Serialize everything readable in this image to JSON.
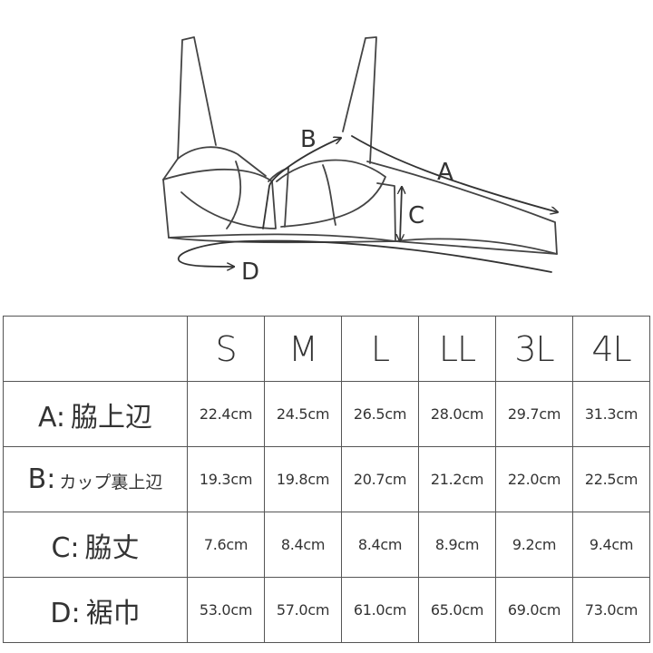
{
  "diagram": {
    "labels": {
      "a": "A",
      "b": "B",
      "c": "C",
      "d": "D"
    }
  },
  "table": {
    "sizes": [
      "S",
      "M",
      "L",
      "LL",
      "3L",
      "4L"
    ],
    "rows": [
      {
        "letter": "A:",
        "name": "脇上辺",
        "values": [
          "22.4cm",
          "24.5cm",
          "26.5cm",
          "28.0cm",
          "29.7cm",
          "31.3cm"
        ]
      },
      {
        "letter": "B:",
        "name": "カップ裏上辺",
        "values": [
          "19.3cm",
          "19.8cm",
          "20.7cm",
          "21.2cm",
          "22.0cm",
          "22.5cm"
        ]
      },
      {
        "letter": "C:",
        "name": "脇丈",
        "values": [
          "7.6cm",
          "8.4cm",
          "8.4cm",
          "8.9cm",
          "9.2cm",
          "9.4cm"
        ]
      },
      {
        "letter": "D:",
        "name": "裾巾",
        "values": [
          "53.0cm",
          "57.0cm",
          "61.0cm",
          "65.0cm",
          "69.0cm",
          "73.0cm"
        ]
      }
    ]
  }
}
